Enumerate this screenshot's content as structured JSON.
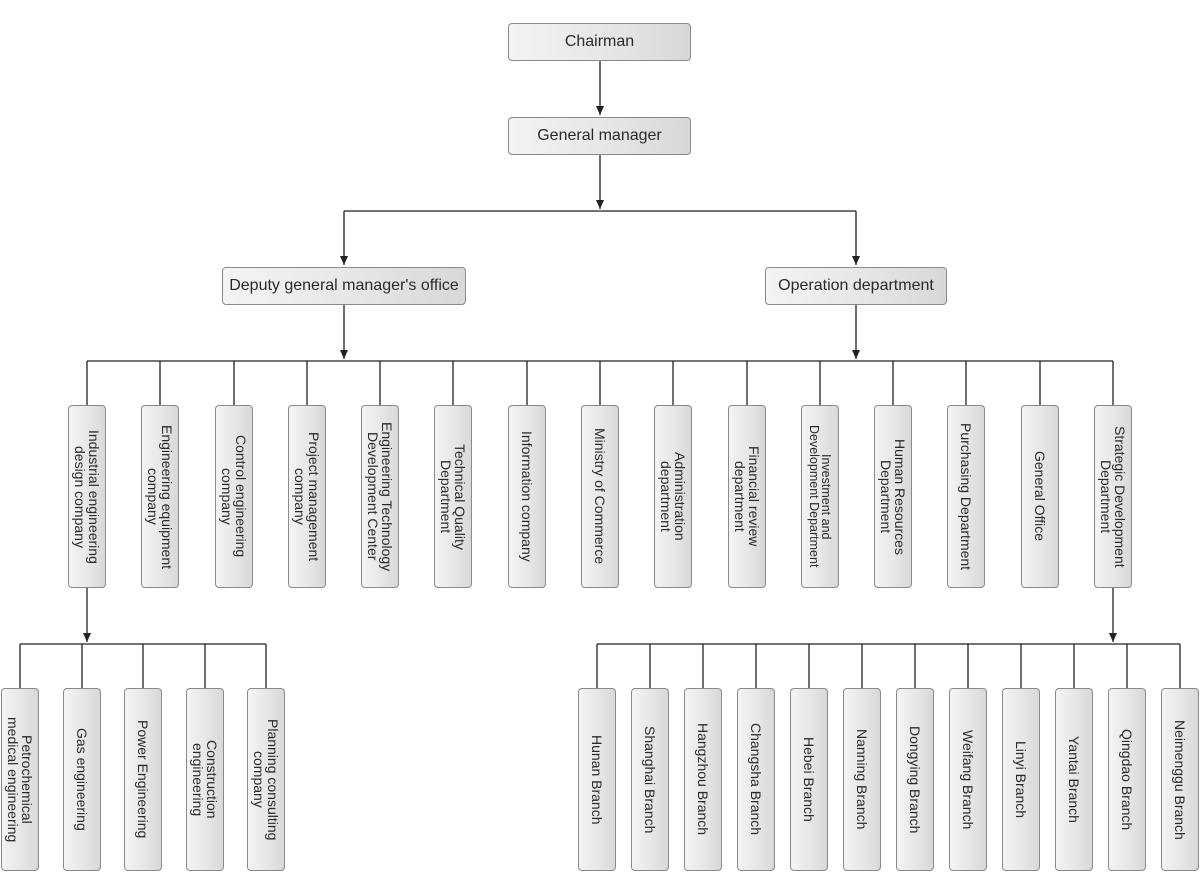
{
  "root": "Chairman",
  "general_manager": "General manager",
  "level2": {
    "deputy": "Deputy general manager's office",
    "operation": "Operation department"
  },
  "departments": [
    "Industrial engineering\ndesign company",
    "Engineering equipment\ncompany",
    "Control engineering\ncompany",
    "Project management\ncompany",
    "Engineering Technology\nDevelopment Center",
    "Technical Quality\nDepartment",
    "Information company",
    "Ministry of Commerce",
    "Administration\ndepartment",
    "Financial review\ndepartment",
    "Investment and\nDevelopment Department",
    "Human Resources\nDepartment",
    "Purchasing Department",
    "General Office",
    "Strategic Development\nDepartment"
  ],
  "industrial_subunits": [
    "Petrochemical\nmedical engineering",
    "Gas engineering",
    "Power Engineering",
    "Construction\nengineering",
    "Planning consulting\ncompany"
  ],
  "branches": [
    "Hunan Branch",
    "Shanghai Branch",
    "Hangzhou Branch",
    "Changsha Branch",
    "Hebei Branch",
    "Nanning Branch",
    "Dongying Branch",
    "Weifang Branch",
    "Linyi Branch",
    "Yantai Branch",
    "Qingdao Branch",
    "Neimenggu Branch"
  ]
}
